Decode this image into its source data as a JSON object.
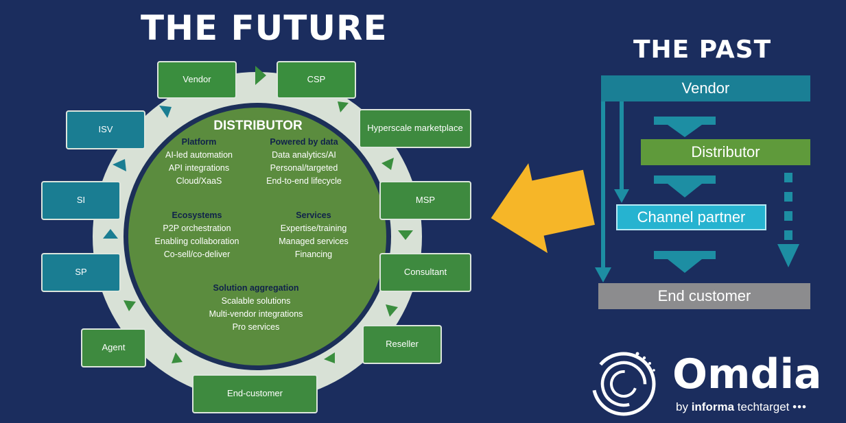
{
  "future": {
    "title": "THE FUTURE",
    "center": {
      "title": "DISTRIBUTOR",
      "quadrants": [
        {
          "heading": "Platform",
          "items": [
            "AI-led automation",
            "API integrations",
            "Cloud/XaaS"
          ]
        },
        {
          "heading": "Powered by data",
          "items": [
            "Data analytics/AI",
            "Personal/targeted",
            "End-to-end lifecycle"
          ]
        },
        {
          "heading": "Ecosystems",
          "items": [
            "P2P orchestration",
            "Enabling collaboration",
            "Co-sell/co-deliver"
          ]
        },
        {
          "heading": "Services",
          "items": [
            "Expertise/training",
            "Managed services",
            "Financing"
          ]
        },
        {
          "heading": "Solution aggregation",
          "items": [
            "Scalable solutions",
            "Multi-vendor integrations",
            "Pro services"
          ]
        }
      ]
    },
    "nodes": [
      {
        "id": "vendor",
        "label": "Vendor"
      },
      {
        "id": "csp",
        "label": "CSP"
      },
      {
        "id": "hyperscale",
        "label": "Hyperscale marketplace"
      },
      {
        "id": "msp",
        "label": "MSP"
      },
      {
        "id": "consultant",
        "label": "Consultant"
      },
      {
        "id": "reseller",
        "label": "Reseller"
      },
      {
        "id": "end-customer",
        "label": "End-customer"
      },
      {
        "id": "agent",
        "label": "Agent"
      },
      {
        "id": "sp",
        "label": "SP"
      },
      {
        "id": "si",
        "label": "SI"
      },
      {
        "id": "isv",
        "label": "ISV"
      }
    ]
  },
  "past": {
    "title": "THE PAST",
    "vendor": "Vendor",
    "distributor": "Distributor",
    "channel_partner": "Channel partner",
    "end_customer": "End customer"
  },
  "logo": {
    "name": "Omdia",
    "by": "by",
    "company_bold": "informa",
    "company": "techtarget"
  },
  "colors": {
    "background": "#1b2d5e",
    "green": "#3a8e3e",
    "teal": "#1a7d92",
    "arrow_orange": "#f6b628",
    "past_arrow": "#1d8ea3",
    "circle": "#5b8c3e"
  }
}
